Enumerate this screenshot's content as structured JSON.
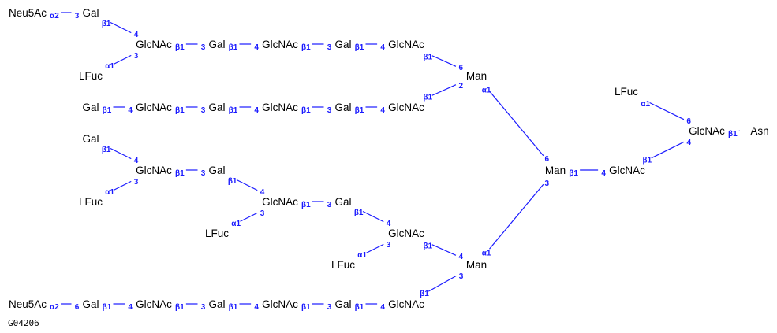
{
  "glycan_id": "G04206",
  "colors": {
    "residue": "#000000",
    "linkage": "#1a1aff"
  },
  "nodes": [
    {
      "id": "a0",
      "label": "Neu5Ac"
    },
    {
      "id": "a1",
      "label": "Gal"
    },
    {
      "id": "a2",
      "label": "GlcNAc"
    },
    {
      "id": "a3",
      "label": "LFuc"
    },
    {
      "id": "a4",
      "label": "Gal"
    },
    {
      "id": "a5",
      "label": "GlcNAc"
    },
    {
      "id": "a6",
      "label": "Gal"
    },
    {
      "id": "a7",
      "label": "GlcNAc"
    },
    {
      "id": "manA",
      "label": "Man"
    },
    {
      "id": "b1",
      "label": "Gal"
    },
    {
      "id": "b2",
      "label": "GlcNAc"
    },
    {
      "id": "b3",
      "label": "Gal"
    },
    {
      "id": "b4",
      "label": "GlcNAc"
    },
    {
      "id": "b5",
      "label": "Gal"
    },
    {
      "id": "b6",
      "label": "GlcNAc"
    },
    {
      "id": "c1",
      "label": "Gal"
    },
    {
      "id": "c2",
      "label": "GlcNAc"
    },
    {
      "id": "c3",
      "label": "LFuc"
    },
    {
      "id": "c4",
      "label": "Gal"
    },
    {
      "id": "c5",
      "label": "GlcNAc"
    },
    {
      "id": "c6",
      "label": "LFuc"
    },
    {
      "id": "c7",
      "label": "Gal"
    },
    {
      "id": "c8",
      "label": "GlcNAc"
    },
    {
      "id": "c9",
      "label": "LFuc"
    },
    {
      "id": "manB",
      "label": "Man"
    },
    {
      "id": "d0",
      "label": "Neu5Ac"
    },
    {
      "id": "d1",
      "label": "Gal"
    },
    {
      "id": "d2",
      "label": "GlcNAc"
    },
    {
      "id": "d3",
      "label": "Gal"
    },
    {
      "id": "d4",
      "label": "GlcNAc"
    },
    {
      "id": "d5",
      "label": "Gal"
    },
    {
      "id": "d6",
      "label": "GlcNAc"
    },
    {
      "id": "manC",
      "label": "Man"
    },
    {
      "id": "gn2",
      "label": "GlcNAc"
    },
    {
      "id": "gn1",
      "label": "GlcNAc"
    },
    {
      "id": "fucC",
      "label": "LFuc"
    },
    {
      "id": "asn",
      "label": "Asn"
    }
  ],
  "edges": [
    {
      "from": "a0",
      "to": "a1",
      "anomer": "α2",
      "position": "3"
    },
    {
      "from": "a1",
      "to": "a2",
      "anomer": "β1",
      "position": "4"
    },
    {
      "from": "a3",
      "to": "a2",
      "anomer": "α1",
      "position": "3"
    },
    {
      "from": "a2",
      "to": "a4",
      "anomer": "β1",
      "position": "3"
    },
    {
      "from": "a4",
      "to": "a5",
      "anomer": "β1",
      "position": "4"
    },
    {
      "from": "a5",
      "to": "a6",
      "anomer": "β1",
      "position": "3"
    },
    {
      "from": "a6",
      "to": "a7",
      "anomer": "β1",
      "position": "4"
    },
    {
      "from": "a7",
      "to": "manA",
      "anomer": "β1",
      "position": "6"
    },
    {
      "from": "b1",
      "to": "b2",
      "anomer": "β1",
      "position": "4"
    },
    {
      "from": "b2",
      "to": "b3",
      "anomer": "β1",
      "position": "3"
    },
    {
      "from": "b3",
      "to": "b4",
      "anomer": "β1",
      "position": "4"
    },
    {
      "from": "b4",
      "to": "b5",
      "anomer": "β1",
      "position": "3"
    },
    {
      "from": "b5",
      "to": "b6",
      "anomer": "β1",
      "position": "4"
    },
    {
      "from": "b6",
      "to": "manA",
      "anomer": "β1",
      "position": "2"
    },
    {
      "from": "c1",
      "to": "c2",
      "anomer": "β1",
      "position": "4"
    },
    {
      "from": "c3",
      "to": "c2",
      "anomer": "α1",
      "position": "3"
    },
    {
      "from": "c2",
      "to": "c4",
      "anomer": "β1",
      "position": "3"
    },
    {
      "from": "c4",
      "to": "c5",
      "anomer": "β1",
      "position": "4"
    },
    {
      "from": "c6",
      "to": "c5",
      "anomer": "α1",
      "position": "3"
    },
    {
      "from": "c5",
      "to": "c7",
      "anomer": "β1",
      "position": "3"
    },
    {
      "from": "c7",
      "to": "c8",
      "anomer": "β1",
      "position": "4"
    },
    {
      "from": "c9",
      "to": "c8",
      "anomer": "α1",
      "position": "3"
    },
    {
      "from": "c8",
      "to": "manB",
      "anomer": "β1",
      "position": "4"
    },
    {
      "from": "d0",
      "to": "d1",
      "anomer": "α2",
      "position": "6"
    },
    {
      "from": "d1",
      "to": "d2",
      "anomer": "β1",
      "position": "4"
    },
    {
      "from": "d2",
      "to": "d3",
      "anomer": "β1",
      "position": "3"
    },
    {
      "from": "d3",
      "to": "d4",
      "anomer": "β1",
      "position": "4"
    },
    {
      "from": "d4",
      "to": "d5",
      "anomer": "β1",
      "position": "3"
    },
    {
      "from": "d5",
      "to": "d6",
      "anomer": "β1",
      "position": "4"
    },
    {
      "from": "d6",
      "to": "manB",
      "anomer": "β1",
      "position": "3"
    },
    {
      "from": "manA",
      "to": "manC",
      "anomer": "α1",
      "position": "6"
    },
    {
      "from": "manB",
      "to": "manC",
      "anomer": "α1",
      "position": "3"
    },
    {
      "from": "manC",
      "to": "gn2",
      "anomer": "β1",
      "position": "4"
    },
    {
      "from": "gn2",
      "to": "gn1",
      "anomer": "β1",
      "position": "4"
    },
    {
      "from": "fucC",
      "to": "gn1",
      "anomer": "α1",
      "position": "6"
    },
    {
      "from": "gn1",
      "to": "asn",
      "anomer": "β1",
      "position": ""
    }
  ]
}
